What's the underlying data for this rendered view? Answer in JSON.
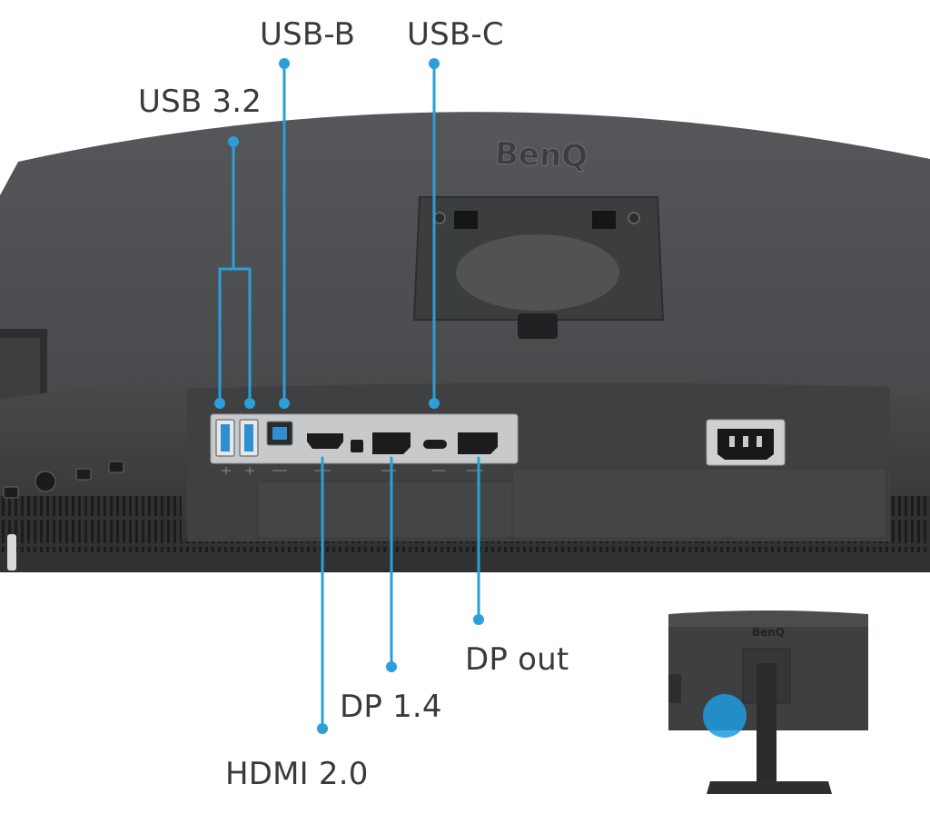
{
  "brand": {
    "logo_text": "BenQ"
  },
  "callouts": {
    "usb_b": "USB-B",
    "usb_c": "USB-C",
    "usb_32": "USB 3.2",
    "dp_out": "DP out",
    "dp_14": "DP 1.4",
    "hdmi": "HDMI 2.0"
  },
  "colors": {
    "callout_line": "#2a9fd8",
    "monitor_body": "#4c4e50",
    "port_panel": "#c8c9cb",
    "background": "#ffffff"
  }
}
